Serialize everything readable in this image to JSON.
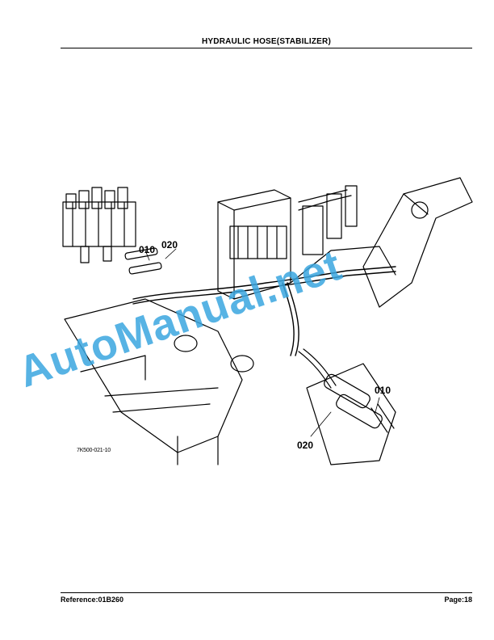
{
  "header": {
    "title": "HYDRAULIC HOSE(STABILIZER)"
  },
  "diagram": {
    "callouts": [
      "010",
      "020",
      "010",
      "020"
    ],
    "figure_code": "7K500-021-10"
  },
  "watermark": {
    "text": "AutoManual.net",
    "color": "#3aa6e0"
  },
  "footer": {
    "reference": "Reference:01B260",
    "page": "Page:18"
  }
}
